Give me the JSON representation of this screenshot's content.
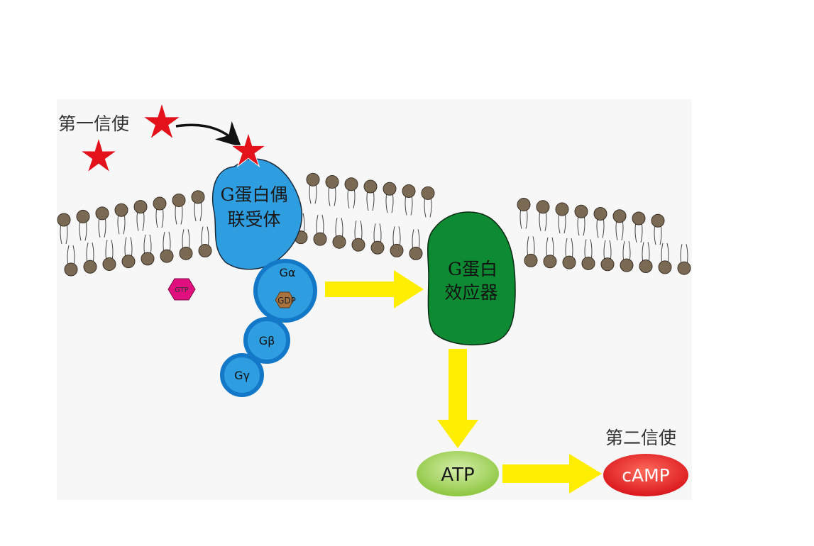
{
  "labels": {
    "first_messenger": "第一信使",
    "receptor_line1": "G蛋白偶",
    "receptor_line2": "联受体",
    "g_alpha": "Gα",
    "g_beta": "Gβ",
    "g_gamma": "Gγ",
    "gdp": "GDP",
    "gtp": "GTP",
    "effector_line1": "G蛋白",
    "effector_line2": "效应器",
    "atp": "ATP",
    "camp": "cAMP",
    "second_messenger": "第二信使"
  },
  "colors": {
    "background_panel": "#f7f7f7",
    "star": "#e3121b",
    "lipid_head": "#7a6a54",
    "receptor": "#2f9ee0",
    "g_protein_ring": "#1478c8",
    "gdp": "#a8733f",
    "gtp": "#e0117f",
    "effector": "#0e8a32",
    "arrow": "#ffee00",
    "atp": "#8cc63f",
    "camp": "#e2262a",
    "text_dark": "#333333"
  },
  "icons": {
    "first_messenger": "red-star-icon",
    "binding_arrow": "curved-arrow-icon"
  }
}
